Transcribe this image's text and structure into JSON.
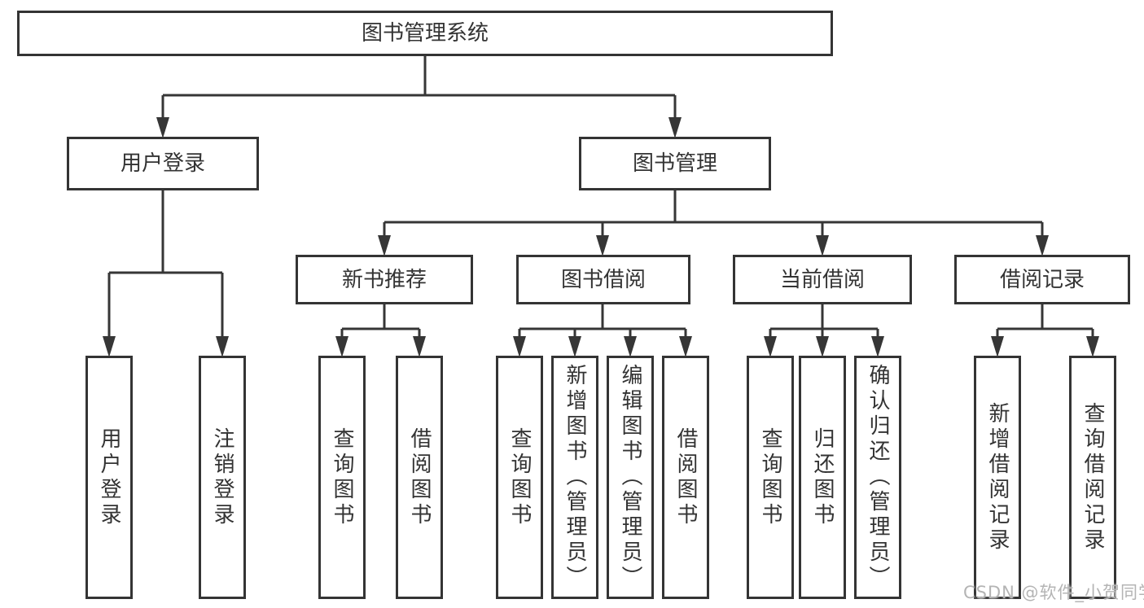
{
  "colors": {
    "line": "#363636",
    "box_border": "#343434",
    "text": "#333333",
    "box_background": "#ffffff",
    "watermark": "#b4b4b4"
  },
  "tree": {
    "root_label": "图书管理系统",
    "l2": [
      {
        "label": "用户登录"
      },
      {
        "label": "图书管理"
      }
    ],
    "l3": [
      {
        "label": "新书推荐"
      },
      {
        "label": "图书借阅"
      },
      {
        "label": "当前借阅"
      },
      {
        "label": "借阅记录"
      }
    ],
    "leaves": {
      "user_login": [
        {
          "label": "用户登录"
        },
        {
          "label": "注销登录"
        }
      ],
      "new_books": [
        {
          "label": "查询图书"
        },
        {
          "label": "借阅图书"
        }
      ],
      "book_borrow": [
        {
          "label": "查询图书"
        },
        {
          "label": "新增图书（管理员）"
        },
        {
          "label": "编辑图书（管理员）"
        },
        {
          "label": "借阅图书"
        }
      ],
      "current_borrow": [
        {
          "label": "查询图书"
        },
        {
          "label": "归还图书"
        },
        {
          "label": "确认归还（管理员）"
        }
      ],
      "borrow_records": [
        {
          "label": "新增借阅记录"
        },
        {
          "label": "查询借阅记录"
        }
      ]
    }
  },
  "watermark": {
    "text": "CSDN @软件_小贺同学"
  }
}
